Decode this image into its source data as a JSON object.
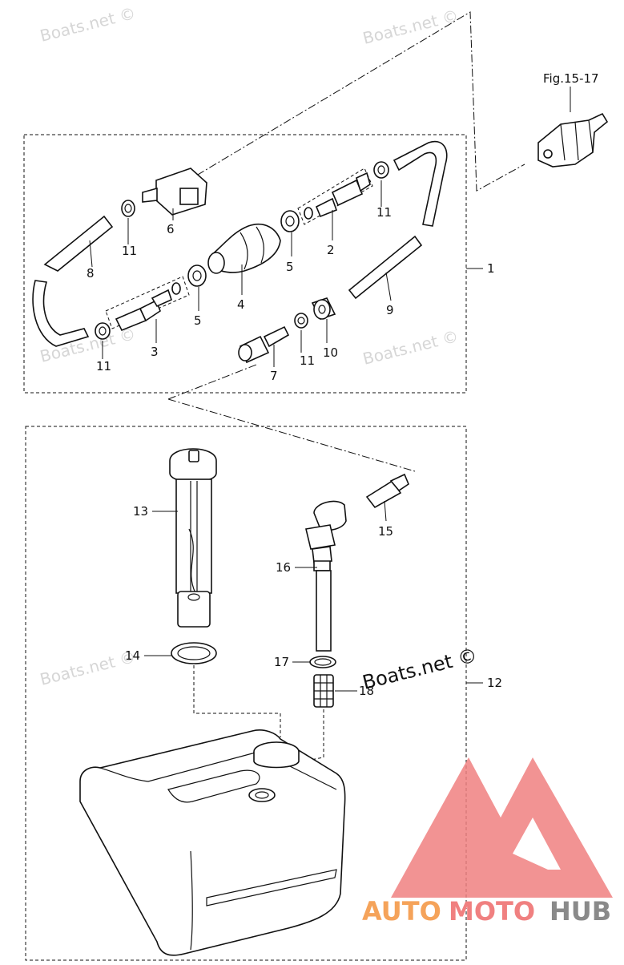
{
  "reference": "Fig.15-17",
  "callouts": [
    "1",
    "2",
    "3",
    "4",
    "5",
    "5",
    "6",
    "7",
    "8",
    "9",
    "10",
    "11",
    "11",
    "11",
    "11",
    "12",
    "13",
    "14",
    "15",
    "16",
    "17",
    "18"
  ],
  "watermarks": [
    "Boats.net ©",
    "Boats.net ©",
    "Boats.net ©",
    "Boats.net ©",
    "Boats.net ©",
    "Boats.net ©"
  ],
  "brand": {
    "name_part1": "AUTO",
    "name_part2": "MOTO",
    "name_part3": "HUB",
    "color_orange": "#f5a35a",
    "color_red": "#f08080",
    "color_gray": "#8a8a8a"
  }
}
